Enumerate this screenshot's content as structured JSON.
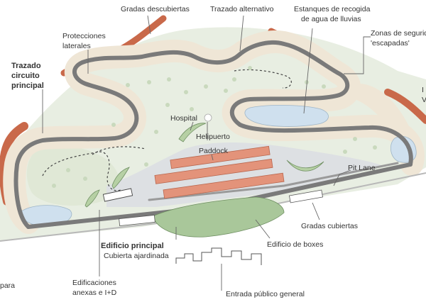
{
  "labels": {
    "gradas_descubiertas": "Gradas descubiertas",
    "trazado_alternativo": "Trazado alternativo",
    "estanques_line1": "Estanques de recogida",
    "estanques_line2": "de agua de lluvias",
    "zonas_line1": "Zonas de seguridad",
    "zonas_line2": "'escapadas'",
    "protecciones_line1": "Protecciones",
    "protecciones_line2": "laterales",
    "trazado_principal_line1": "Trazado",
    "trazado_principal_line2": "circuito",
    "trazado_principal_line3": "principal",
    "hospital": "Hospital",
    "helipuerto": "Helipuerto",
    "paddock": "Paddock",
    "pit_lane": "Pit Lane",
    "gradas_cubiertas": "Gradas cubiertas",
    "edificio_principal": "Edificio principal",
    "cubierta_ajardinada": "Cubierta ajardinada",
    "edificio_boxes": "Edificio de boxes",
    "edificaciones_line1": "Edificaciones",
    "edificaciones_line2": "anexas e I+D",
    "entrada_publico": "Entrada público general",
    "cut_para": "para",
    "cut_right_1": "I",
    "cut_right_2": "V"
  },
  "colors": {
    "track": "#7a7a7a",
    "runoff": "#efe6d6",
    "grass": "#e4ebdc",
    "water": "#cfe0ee",
    "grandstand": "#c9694a",
    "garden": "#a9c79a",
    "paddock": "#dde0e3",
    "boxes": "#e3937a"
  }
}
